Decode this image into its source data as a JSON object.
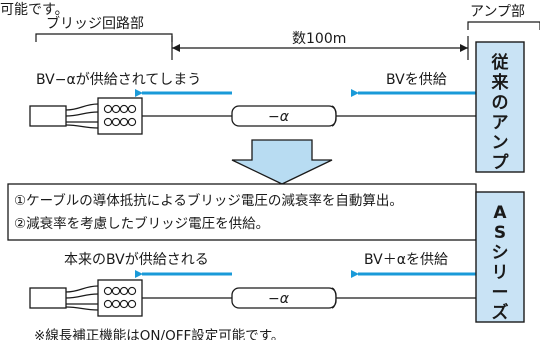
{
  "top_fragment": "可能です。",
  "labels": {
    "bridge_section": "ブリッジ回路部",
    "amp_section": "アンプ部",
    "distance": "数100m",
    "bv_minus": "BV−αが供給されてしまう",
    "bv_supply": "BVを供給",
    "cable_minus": "−α",
    "note_line1": "①ケーブルの導体抵抗によるブリッジ電圧の減衰率を自動算出。",
    "note_line2": "②減衰率を考慮したブリッジ電圧を供給。",
    "bv_correct": "本来のBVが供給される",
    "bv_plus": "BV＋αを供給",
    "footer": "※線長補正機能はON/OFF設定可能です。"
  },
  "conventional_amp": [
    "従",
    "来",
    "の",
    "ア",
    "ン",
    "プ"
  ],
  "as_series": [
    "A",
    "S",
    "シ",
    "リ",
    "ー",
    "ズ"
  ],
  "colors": {
    "amp_box_fill": "#c9e3f5",
    "arrow_blue": "#1a9ad8",
    "big_arrow_fill": "#b8dcf2",
    "line": "#1a1a1a"
  }
}
